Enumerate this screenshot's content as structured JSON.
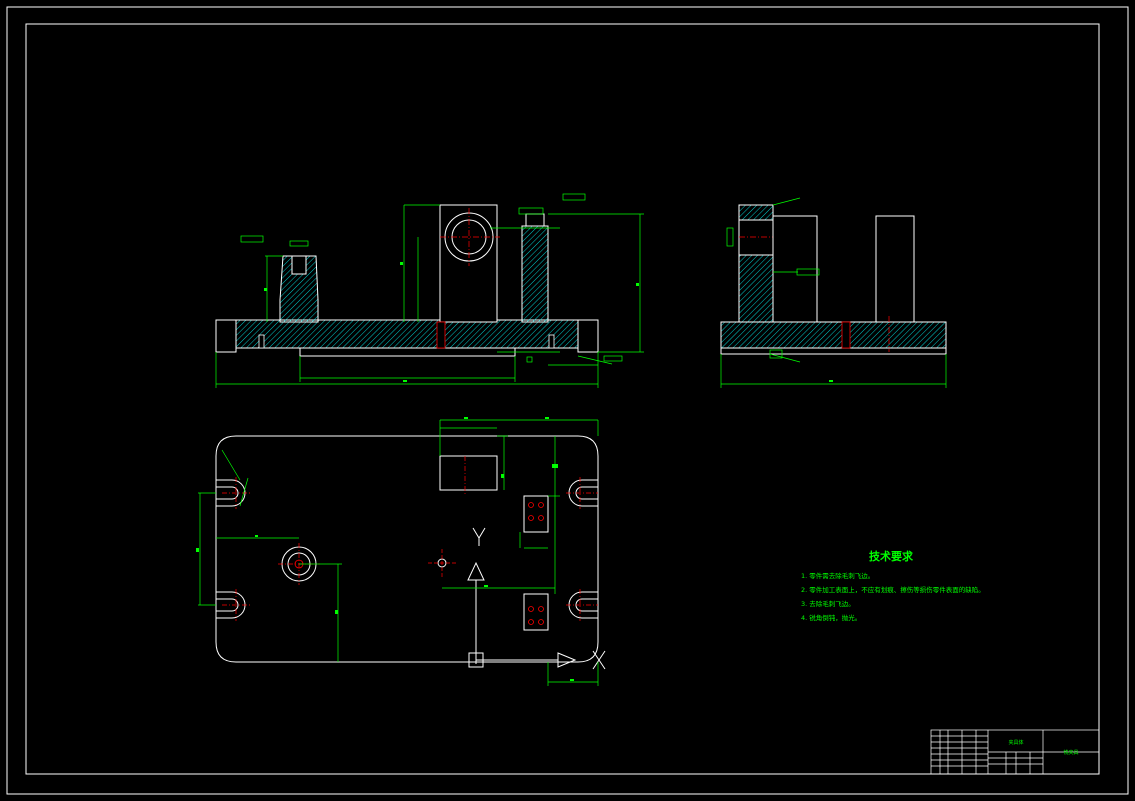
{
  "colors": {
    "background": "#000000",
    "outline": "#ffffff",
    "dimension": "#00ff00",
    "centerline": "#ff0000",
    "hatch": "#00ffff",
    "text": "#00ff00"
  },
  "tech_requirements": {
    "title": "技术要求",
    "lines": [
      "1. 零件需去除毛刺飞边。",
      "2. 零件加工表面上，不应有划痕、擦伤等损伤零件表面的缺陷。",
      "3. 去除毛刺飞边。",
      "4. 锐角倒钝，抛光。"
    ]
  },
  "title_block": {
    "drawing_name": "夹具体",
    "part_name": "铣夹具"
  }
}
